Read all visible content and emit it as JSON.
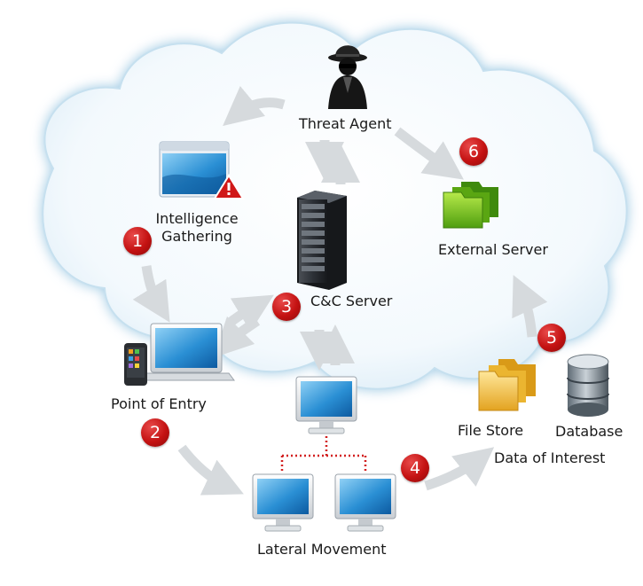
{
  "nodes": {
    "threat_agent": "Threat Agent",
    "intel_line1": "Intelligence",
    "intel_line2": "Gathering",
    "cc_server": "C&C Server",
    "external_server": "External Server",
    "point_of_entry": "Point of Entry",
    "lateral_movement": "Lateral Movement",
    "file_store": "File Store",
    "database": "Database",
    "data_of_interest": "Data of Interest"
  },
  "steps": [
    "1",
    "2",
    "3",
    "4",
    "5",
    "6"
  ],
  "colors": {
    "cloud_light": "#f6fbfe",
    "cloud_edge": "#b9d9ec",
    "arrow": "#d6dadd",
    "badge": "#c41212",
    "link_dotted": "#d21f1f"
  },
  "icons": [
    "hacker-icon",
    "browser-warning-icon",
    "server-rack-icon",
    "green-folders-icon",
    "laptop-phone-icon",
    "desktop-icon",
    "yellow-folders-icon",
    "database-icon"
  ]
}
